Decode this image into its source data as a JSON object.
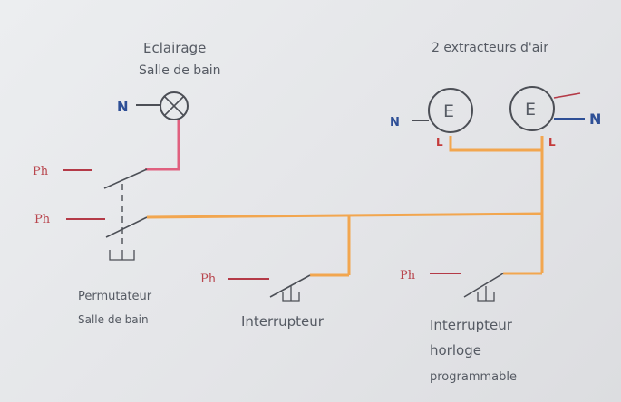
{
  "labels": {
    "lighting_title": "Eclairage",
    "lighting_sub": "Salle de bain",
    "extractors_title": "2 extracteurs d'air",
    "neutral": "N",
    "line": "L",
    "phase": "Ph",
    "extractor_symbol": "E",
    "permutateur_line1": "Permutateur",
    "permutateur_line2": "Salle de bain",
    "interrupteur": "Interrupteur",
    "timer_line1": "Interrupteur",
    "timer_line2": "horloge",
    "timer_line3": "programmable"
  },
  "colors": {
    "orange_wire": "#f2a64f",
    "pink_wire": "#e0607f",
    "red_wire": "#b43a47",
    "neutral_blue": "#2e4f96",
    "pencil": "#4c4f56"
  }
}
